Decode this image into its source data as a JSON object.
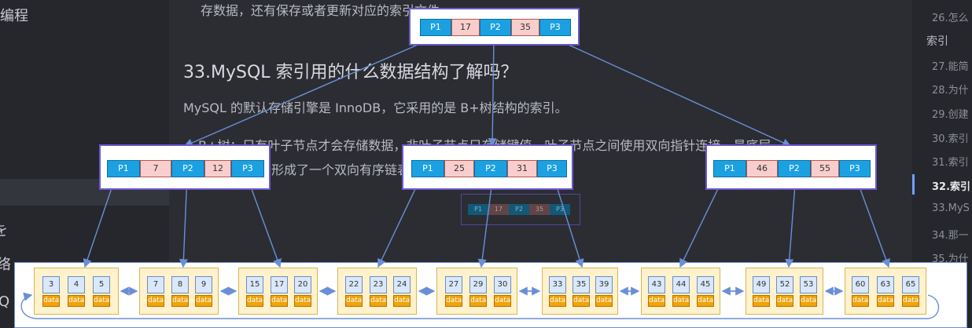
{
  "left_panel": {
    "items": [
      {
        "label": "编程"
      },
      {
        "label": "を"
      },
      {
        "label": "络"
      },
      {
        "label": "Q"
      }
    ]
  },
  "article": {
    "line_top": "存数据，还有保存或者更新对应的索引文件",
    "heading": "33.MySQL 索引用的什么数据结构了解吗？",
    "para1": "MySQL 的默认存储引擎是 InnoDB，它采用的是 B+树结构的索引。",
    "para2": "B+树：只有叶子节点才会存储数据，非叶子节点只存储键值。叶子节点之间使用双向指针连接，最底层",
    "para3": "形成了一个双向有序链表。"
  },
  "toc": {
    "items": [
      {
        "label": "26.怎么"
      },
      {
        "label": "索引"
      },
      {
        "label": "27.能简"
      },
      {
        "label": "28.为什"
      },
      {
        "label": "29.创建"
      },
      {
        "label": "30.索引"
      },
      {
        "label": "31.索引"
      },
      {
        "label": "32.索引"
      },
      {
        "label": "33.MyS"
      },
      {
        "label": "34.那一"
      },
      {
        "label": "35.为什"
      }
    ],
    "active_index": 7
  },
  "diagram": {
    "root": {
      "pointers": [
        "P1",
        "P2",
        "P3"
      ],
      "keys": [
        "17",
        "35"
      ]
    },
    "internal": [
      {
        "pointers": [
          "P1",
          "P2",
          "P3"
        ],
        "keys": [
          "7",
          "12"
        ]
      },
      {
        "pointers": [
          "P1",
          "P2",
          "P3"
        ],
        "keys": [
          "25",
          "31"
        ]
      },
      {
        "pointers": [
          "P1",
          "P2",
          "P3"
        ],
        "keys": [
          "46",
          "55"
        ]
      }
    ],
    "faded_node": {
      "labels": [
        "P1",
        "17",
        "P2",
        "35",
        "P3"
      ]
    },
    "leaves": [
      {
        "keys": [
          "3",
          "4",
          "5"
        ]
      },
      {
        "keys": [
          "7",
          "8",
          "9"
        ]
      },
      {
        "keys": [
          "15",
          "17",
          "20"
        ]
      },
      {
        "keys": [
          "22",
          "23",
          "24"
        ]
      },
      {
        "keys": [
          "27",
          "29",
          "30"
        ]
      },
      {
        "keys": [
          "33",
          "35",
          "39"
        ]
      },
      {
        "keys": [
          "43",
          "44",
          "45"
        ]
      },
      {
        "keys": [
          "49",
          "52",
          "53"
        ]
      },
      {
        "keys": [
          "60",
          "63",
          "65"
        ]
      }
    ],
    "data_label": "data",
    "colors": {
      "pointer": "#1ba1e2",
      "key": "#f8cecc",
      "frame": "#6a5acd",
      "leaf": "#fff2cc",
      "leaf_key": "#dae8fc",
      "data": "#f0a30a",
      "link": "#6b8fd6"
    }
  }
}
